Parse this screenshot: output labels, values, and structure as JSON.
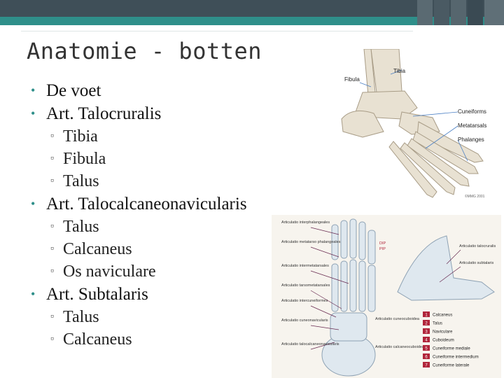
{
  "slide": {
    "title": "Anatomie - botten",
    "bullets": [
      {
        "label": "De voet",
        "sub": []
      },
      {
        "label": "Art. Talocruralis",
        "sub": [
          "Tibia",
          "Fibula",
          "Talus"
        ]
      },
      {
        "label": "Art. Talocalcaneonavicularis",
        "sub": [
          "Talus",
          "Calcaneus",
          "Os naviculare"
        ]
      },
      {
        "label": "Art. Subtalaris",
        "sub": [
          "Talus",
          "Calcaneus"
        ]
      }
    ]
  },
  "figure_top": {
    "labels": {
      "fibula": "Fibula",
      "tibia": "Tibia",
      "cuneiforms": "Cuneiforms",
      "metatarsals": "Metatarsals",
      "phalanges": "Phalanges",
      "copyright": "©MMG 2001"
    }
  },
  "figure_bottom": {
    "left_labels": [
      "Articulatio interphalangeales",
      "Articulatio metatarso phalangeales",
      "Articulatio intermetatarsales",
      "Articulatio tarsometatarsales",
      "Articulatio intercuneiformes",
      "Articulatio cuneonavicularis",
      "Articulatio talocalcaneonavicularis"
    ],
    "middle_labels": [
      "DIP",
      "PIP",
      "Articulatio cuneocuboidea",
      "Articulatio calcaneocuboidea"
    ],
    "right_labels": [
      "Articulatio talocruralis",
      "Articulatio subtalaris"
    ],
    "legend": [
      {
        "num": "1",
        "name": "Calcaneus"
      },
      {
        "num": "2",
        "name": "Talus"
      },
      {
        "num": "3",
        "name": "Naviculare"
      },
      {
        "num": "4",
        "name": "Cuboideum"
      },
      {
        "num": "5",
        "name": "Cuneiforme mediale"
      },
      {
        "num": "6",
        "name": "Cuneiforme intermedium"
      },
      {
        "num": "7",
        "name": "Cuneiforme laterale"
      }
    ],
    "colors": {
      "legend_badge": "#b0243a",
      "label_line": "#6a2c52"
    }
  },
  "theme": {
    "header_dark": "#3f4f58",
    "header_accent": "#2f8f8a"
  }
}
